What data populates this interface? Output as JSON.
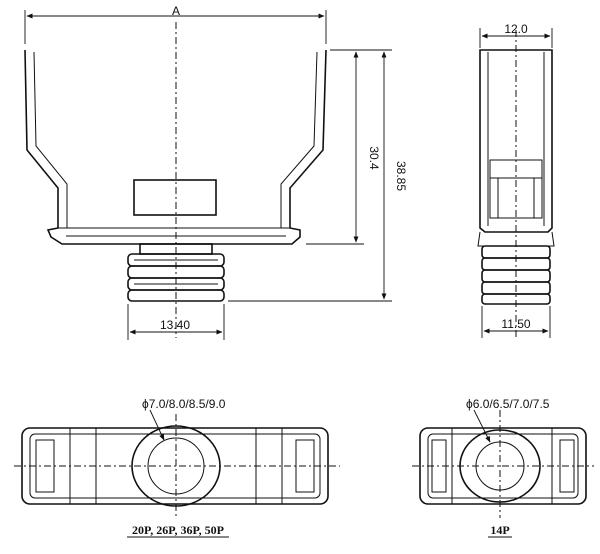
{
  "dimensions": {
    "width_label": "A",
    "height_30": "30.4",
    "height_38": "38.85",
    "neck_width": "13.40",
    "side_top_width": "12.0",
    "side_bottom_width": "11.50"
  },
  "bottom_views": {
    "left": {
      "cable_diameters": "ϕ7.0/8.0/8.5/9.0",
      "caption": "20P, 26P, 36P, 50P"
    },
    "right": {
      "cable_diameters": "ϕ6.0/6.5/7.0/7.5",
      "caption": "14P"
    }
  }
}
